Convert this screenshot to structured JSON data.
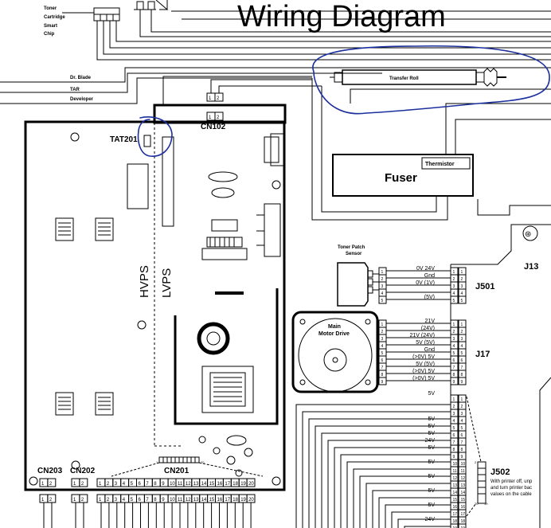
{
  "title": "Wiring Diagram",
  "cartridge": {
    "chip_label_1": "Toner",
    "chip_label_2": "Cartridge",
    "chip_label_3": "Smart",
    "chip_label_4": "Chip",
    "dr_blade": "Dr. Blade",
    "tar": "TAR",
    "developer": "Developer"
  },
  "transfer_roll": "Transfer Roll",
  "fuser": {
    "label": "Fuser",
    "thermistor": "Thermistor"
  },
  "board": {
    "hvps": "HVPS",
    "lvps": "LVPS",
    "tat201": "TAT201",
    "cn102": "CN102",
    "cn201": "CN201",
    "cn203": "CN203",
    "cn202": "CN202",
    "cn201_pin_start": "1",
    "cn201_pin_end": "20"
  },
  "toner_patch": {
    "label_1": "Toner Patch",
    "label_2": "Sensor",
    "signals": [
      "0V  24V",
      "Gnd",
      "0V  (1V)",
      "",
      "(5V)"
    ]
  },
  "motor": {
    "label_1": "Main",
    "label_2": "Motor Drive",
    "signals": [
      "21V",
      "(24V)",
      "21V  (24V)",
      "5V  (5V)",
      "Gnd",
      "(>0V)  5V",
      "5V  (5V)",
      "(>0V)  5V",
      "(>0V)  5V"
    ]
  },
  "connectors": {
    "j13": "J13",
    "j501": "J501",
    "j17": "J17",
    "j502": "J502",
    "j502_note_1": "With printer off, unp",
    "j502_note_2": "and turn printer bac",
    "j502_note_3": "values on the cable",
    "j502_pin_a": "2",
    "j502_pin_b": "20",
    "j502_pin_c": "19"
  },
  "j502_signals": [
    "5V",
    "",
    "5V",
    "5V",
    "5V",
    "24V",
    "5V",
    "",
    "5V",
    "",
    "5V",
    "",
    "5V",
    "",
    "5V",
    "",
    "24V"
  ],
  "pin_numbers": [
    "1",
    "2",
    "3",
    "4",
    "5",
    "6",
    "7",
    "8",
    "9",
    "10",
    "11",
    "12",
    "13",
    "14",
    "15",
    "16",
    "17",
    "18",
    "19",
    "20"
  ],
  "colors": {
    "ink": "#000000",
    "annotation": "#1b2f9e"
  }
}
